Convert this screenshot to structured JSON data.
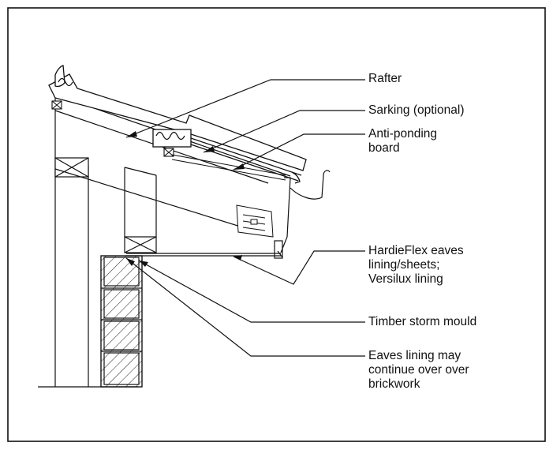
{
  "labels": {
    "rafter": "Rafter",
    "sarking": "Sarking (optional)",
    "anti_ponding_1": "Anti-ponding",
    "anti_ponding_2": "board",
    "lining_1": "HardieFlex eaves",
    "lining_2": "lining/sheets;",
    "lining_3": "Versilux lining",
    "storm_mould": "Timber storm mould",
    "eaves_1": "Eaves lining may",
    "eaves_2": "continue over over",
    "eaves_3": "brickwork"
  }
}
